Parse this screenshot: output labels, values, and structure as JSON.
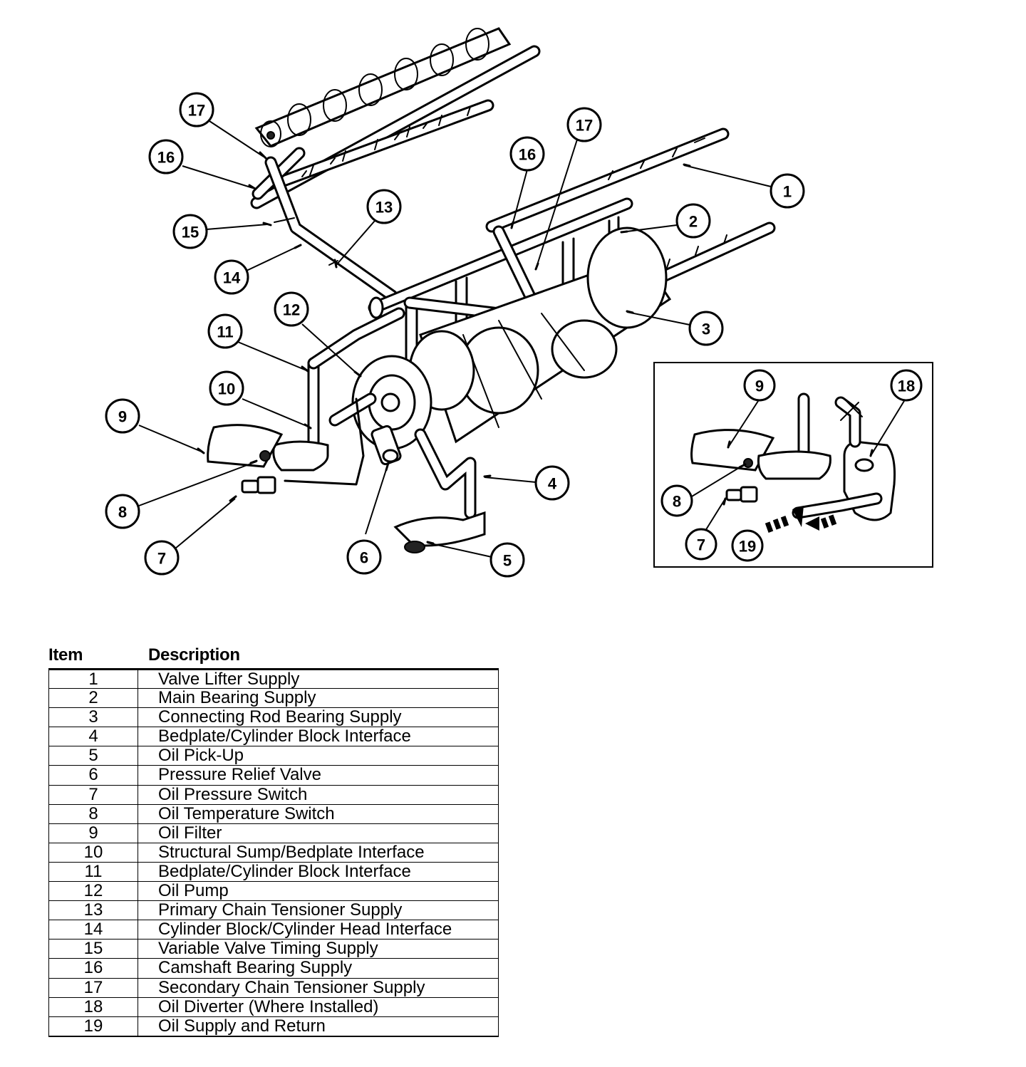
{
  "callouts": {
    "c1": "1",
    "c2": "2",
    "c3": "3",
    "c4": "4",
    "c5": "5",
    "c6": "6",
    "c7": "7",
    "c8": "8",
    "c9": "9",
    "c10": "10",
    "c11": "11",
    "c12": "12",
    "c13": "13",
    "c14": "14",
    "c15": "15",
    "c16a": "16",
    "c16b": "16",
    "c17a": "17",
    "c17b": "17",
    "inset9": "9",
    "inset18": "18",
    "inset8": "8",
    "inset7": "7",
    "inset19": "19"
  },
  "legend": {
    "header_item": "Item",
    "header_description": "Description",
    "rows": [
      {
        "item": "1",
        "description": "Valve Lifter Supply"
      },
      {
        "item": "2",
        "description": "Main Bearing Supply"
      },
      {
        "item": "3",
        "description": "Connecting Rod Bearing Supply"
      },
      {
        "item": "4",
        "description": "Bedplate/Cylinder Block Interface"
      },
      {
        "item": "5",
        "description": "Oil Pick-Up"
      },
      {
        "item": "6",
        "description": "Pressure Relief Valve"
      },
      {
        "item": "7",
        "description": "Oil Pressure Switch"
      },
      {
        "item": "8",
        "description": "Oil Temperature Switch"
      },
      {
        "item": "9",
        "description": "Oil Filter"
      },
      {
        "item": "10",
        "description": "Structural Sump/Bedplate Interface"
      },
      {
        "item": "11",
        "description": "Bedplate/Cylinder Block Interface"
      },
      {
        "item": "12",
        "description": "Oil Pump"
      },
      {
        "item": "13",
        "description": "Primary Chain Tensioner Supply"
      },
      {
        "item": "14",
        "description": "Cylinder Block/Cylinder Head Interface"
      },
      {
        "item": "15",
        "description": "Variable Valve Timing Supply"
      },
      {
        "item": "16",
        "description": "Camshaft Bearing Supply"
      },
      {
        "item": "17",
        "description": "Secondary Chain Tensioner Supply"
      },
      {
        "item": "18",
        "description": "Oil Diverter (Where Installed)"
      },
      {
        "item": "19",
        "description": "Oil Supply and Return"
      }
    ]
  }
}
